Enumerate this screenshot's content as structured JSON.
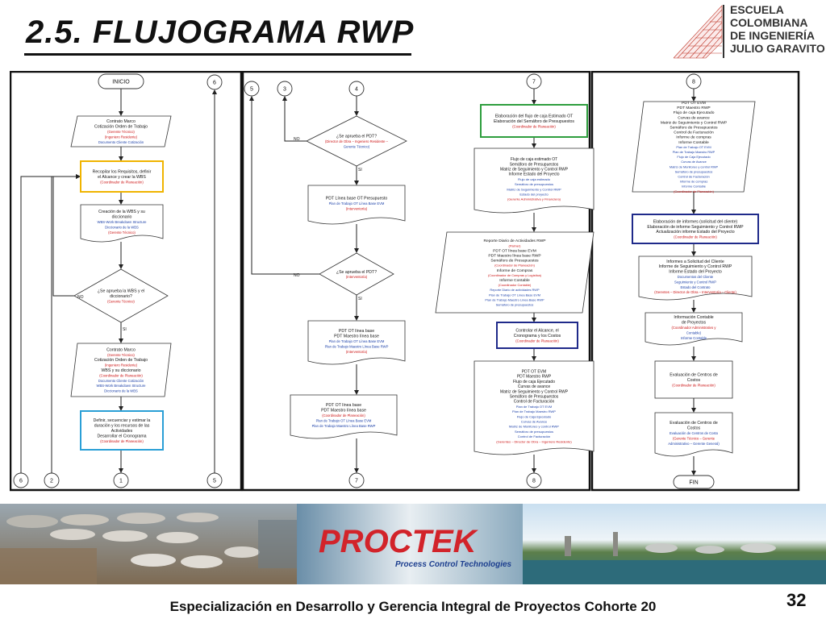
{
  "slide": {
    "title": "2.5.  FLUJOGRAMA RWP",
    "footer": "Especialización en Desarrollo y Gerencia Integral de Proyectos Cohorte 20",
    "page_number": "32"
  },
  "logo": {
    "lines": [
      "ESCUELA",
      "COLOMBIANA",
      "DE INGENIERÍA",
      "JULIO GARAVITO"
    ]
  },
  "flowchart": {
    "start": "INICIO",
    "end": "FIN",
    "connectors": {
      "c6a": "6",
      "c5a": "5",
      "c3": "3",
      "c4": "4",
      "c7": "7",
      "c8": "8",
      "c6b": "6",
      "c2": "2",
      "c1": "1",
      "c5b": "5",
      "c7b": "7",
      "c8b": "8"
    },
    "labels": {
      "no1": "NO",
      "si1": "SI",
      "no2": "NO",
      "si2": "SI",
      "no3": "NO",
      "si3": "SI"
    },
    "col1": {
      "b1": {
        "lines": [
          "Contrato Marco",
          "Cotización Orden de Trabajo",
          "(Gerente Técnico)",
          "(Ingeniero Residente)",
          "Documento Cliente Cotización"
        ]
      },
      "b2": {
        "lines": [
          "Recopilar los Requisitos, definir",
          "el Alcance y crear la WBS",
          "(Coordinador de Planeación)"
        ]
      },
      "b3": {
        "lines": [
          "Creación de la WBS y su",
          "diccionario",
          "WBS-Work Breakdown Structure",
          "Diccionario de la WBS",
          "(Gerente Técnico)"
        ]
      },
      "d1": {
        "lines": [
          "¿Se aprueba la WBS y el",
          "diccionario?",
          "(Gerente Técnico)"
        ]
      },
      "b4": {
        "lines": [
          "Contrato Marco",
          "(Gerente Técnico)",
          "Cotización Orden de Trabajo",
          "(Ingeniero Residente)",
          "WBS y su diccionario",
          "(Coordinador de Planeación)",
          "Documento Cliente Cotización",
          "WBS-Work Breakdown Structure",
          "Diccionario de la WBS"
        ]
      },
      "b5": {
        "lines": [
          "Definir, secuenciar y estimar la",
          "duración y los recursos de las",
          "Actividades",
          "Desarrollar el Cronograma",
          "(Coordinador de Planeación)"
        ]
      }
    },
    "col2": {
      "d1": {
        "lines": [
          "¿Se aprueba el  PDT?",
          "(Director de Obra – Ingeniero Residente –",
          "Gerente Técnico)"
        ]
      },
      "b1": {
        "lines": [
          "PDT Línea base OT Presupuesto",
          "Plan de Trabajo OT Línea Base EVM",
          "(Interventoría)"
        ]
      },
      "d2": {
        "lines": [
          "¿Se aprueba el  PDT?",
          "(Interventoría)"
        ]
      },
      "b2": {
        "lines": [
          "PDT OT línea base",
          "PDT Maestro línea base",
          "Plan de Trabajo OT Línea Base EVM",
          "Plan de Trabajo Maestro Línea Base RWP",
          "(Interventoría)"
        ]
      },
      "b3": {
        "lines": [
          "PDT OT línea base",
          "PDT Maestro línea base",
          "(Coordinador de Planeación)",
          "Plan de Trabajo OT Línea Base EVM",
          "Plan de Trabajo Maestro Línea Base RWP"
        ]
      }
    },
    "col3": {
      "b1": {
        "lines": [
          "Elaboración del flujo de caja Estimado OT",
          "Elaboración del Semáforo de Presupuestos",
          "(Coordinador de Planeación)"
        ]
      },
      "b2": {
        "lines": [
          "Flujo de caja estimado OT",
          "Semáforo de Presupuestos",
          "Matriz de Seguimiento y Control RWP",
          "Informe Estado del Proyecto",
          "Flujo de caja estimado",
          "Semáforo de presupuestos",
          "Matriz de Seguimiento y Control RWP",
          "Estado del proyecto",
          "(Gerente Administrativa y Financiera)"
        ]
      },
      "b3": {
        "lines": [
          "Reporte Diario de Actividades RWP",
          "(Palmer)",
          "PDT OT línea base EVM",
          "PDT Maestro línea base RWP",
          "Semáforo de Presupuestos",
          "(Coordinador de Planeación)",
          "Informe de Compras",
          "(Coordinador de Compras y Logística)",
          "Informe Contable",
          "(Coordinador Contable)",
          "Reporte Diario de actividades RWP",
          "Plan de Trabajo OT Línea Base EVM",
          "Plan de Trabajo Maestro Línea Base RWP",
          "Semáforo de presupuestos"
        ]
      },
      "b4": {
        "lines": [
          "Controlar el Alcance, el",
          "Cronograma y los Costos",
          "(Coordinador de Planeación)"
        ]
      },
      "b5": {
        "lines": [
          "PDT OT EVM",
          "PDT Maestro RWP",
          "Flujo de caja Ejecutado",
          "Curvas de avance",
          "Matriz de Seguimiento y Control RWP",
          "Semáforo de Presupuestos",
          "Control de Facturación",
          "Plan de Trabajo OT EVM",
          "Plan de Trabajo Maestro RWP",
          "Flujo de Caja Ejecutado",
          "Curvas de Avance",
          "Matriz de Monitoreo y control RWP",
          "Semáforo de presupuestos",
          "Control de Facturación",
          "(Gerentes – Director de Obra – Ingeniero Residente)"
        ]
      }
    },
    "col4": {
      "b1": {
        "lines": [
          "PDT OT EVM",
          "PDT Maestro RWP",
          "Flujo de caja Ejecutado",
          "Curvas de avance",
          "Matriz de Seguimiento y Control RWP",
          "Semáforo de Presupuestos",
          "Control de Facturación",
          "Informe de compras",
          "Informe Contable",
          "Plan de Trabajo OT EVM",
          "Plan de Trabajo Maestro RWP",
          "Flujo de Caja Ejecutado",
          "Curvas de Avance",
          "Matriz de Monitoreo y control RWP",
          "Semáforo de presupuestos",
          "Control de Facturación",
          "Informe de compras",
          "Informe Contable",
          "(Coordinador de Planeación)"
        ]
      },
      "b2": {
        "lines": [
          "Elaboración de informes (solicitud del cliente)",
          "Elaboración de informe Seguimiento y Control RWP",
          "Actualización informe Estado del Proyecto",
          "(Coordinador de Planeación)"
        ]
      },
      "b3": {
        "lines": [
          "Informes a Solicitud del Cliente",
          "Informe de Seguimiento y Control RWP",
          "Informe Estado del Proyecto",
          "Documentos del Cliente",
          "Seguimiento y Control RWP",
          "Estado del Contrato",
          "(Gerentes – Director de Obra – Interventoría – Cliente)"
        ]
      },
      "b4": {
        "lines": [
          "Información Contable",
          "de Proyectos",
          "(Coordinador Administrativo y",
          "Contable)",
          "Informe Contable"
        ]
      },
      "b5": {
        "lines": [
          "Evaluación de Centros de",
          "Costos",
          "(Coordinador de Planeación)"
        ]
      },
      "b6": {
        "lines": [
          "Evaluación de Centros de",
          "Costos",
          "Evaluación de Centros de Costo",
          "(Gerente Técnico – Gerente",
          "Administrativo – Gerente General)"
        ]
      }
    }
  },
  "banner": {
    "brand": "PROCTEK",
    "tagline": "Process Control Technologies"
  },
  "colors": {
    "yellow_box": "#f0b400",
    "cyan_box": "#2a9fd6",
    "green_box": "#2e9e3e",
    "navy_box": "#1f2a8a",
    "red_note": "#cc1111",
    "blue_note": "#1a3fa8",
    "brand_red": "#d2232a",
    "brand_blue": "#1d3f8f"
  }
}
